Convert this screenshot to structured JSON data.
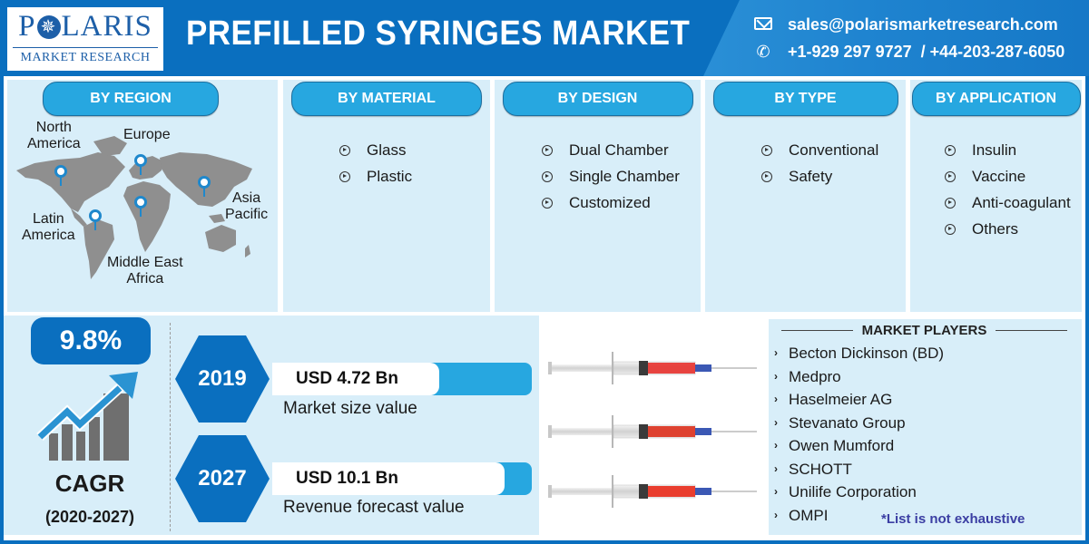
{
  "header": {
    "logo": {
      "brand": "POLARIS",
      "brand_prefix": "P",
      "brand_suffix": "LARIS",
      "subtitle": "MARKET RESEARCH"
    },
    "title": "PREFILLED SYRINGES MARKET",
    "contact": {
      "email_icon": "envelope-icon",
      "email": "sales@polarismarketresearch.com",
      "phone_icon": "phone-icon",
      "phone": "+1-929 297 9727  / +44-203-287-6050"
    }
  },
  "segments": {
    "region": {
      "label": "BY REGION",
      "regions": [
        {
          "name": "North America",
          "line1": "North",
          "line2": "America"
        },
        {
          "name": "Europe",
          "line1": "Europe"
        },
        {
          "name": "Asia Pacific",
          "line1": "Asia",
          "line2": "Pacific"
        },
        {
          "name": "Latin America",
          "line1": "Latin",
          "line2": "America"
        },
        {
          "name": "Middle East Africa",
          "line1": "Middle East",
          "line2": "Africa"
        }
      ]
    },
    "material": {
      "label": "BY MATERIAL",
      "items": [
        "Glass",
        "Plastic"
      ]
    },
    "design": {
      "label": "BY DESIGN",
      "items": [
        "Dual Chamber",
        "Single Chamber",
        "Customized"
      ]
    },
    "type": {
      "label": "BY TYPE",
      "items": [
        "Conventional",
        "Safety"
      ]
    },
    "application": {
      "label": "BY APPLICATION",
      "items": [
        "Insulin",
        "Vaccine",
        "Anti-coagulant",
        "Others"
      ]
    }
  },
  "cagr": {
    "value": "9.8%",
    "label": "CAGR",
    "period": "(2020-2027)"
  },
  "market_size": [
    {
      "year": "2019",
      "value": "USD 4.72 Bn",
      "caption": "Market size value"
    },
    {
      "year": "2027",
      "value": "USD 10.1 Bn",
      "caption": "Revenue forecast value"
    }
  ],
  "syringe_colors": [
    "#e8322e",
    "#7ccc3a",
    "#f39a1f"
  ],
  "players": {
    "title": "MARKET PLAYERS",
    "items": [
      "Becton Dickinson (BD)",
      "Medpro",
      "Haselmeier AG",
      "Stevanato Group",
      "Owen Mumford",
      "SCHOTT",
      "Unilife Corporation",
      "OMPI"
    ],
    "note": "*List is not exhaustive"
  },
  "colors": {
    "primary_blue": "#0a6fbf",
    "accent_blue": "#27a7e0",
    "panel_bg": "#d8eef9",
    "note_color": "#3b3ea3"
  }
}
